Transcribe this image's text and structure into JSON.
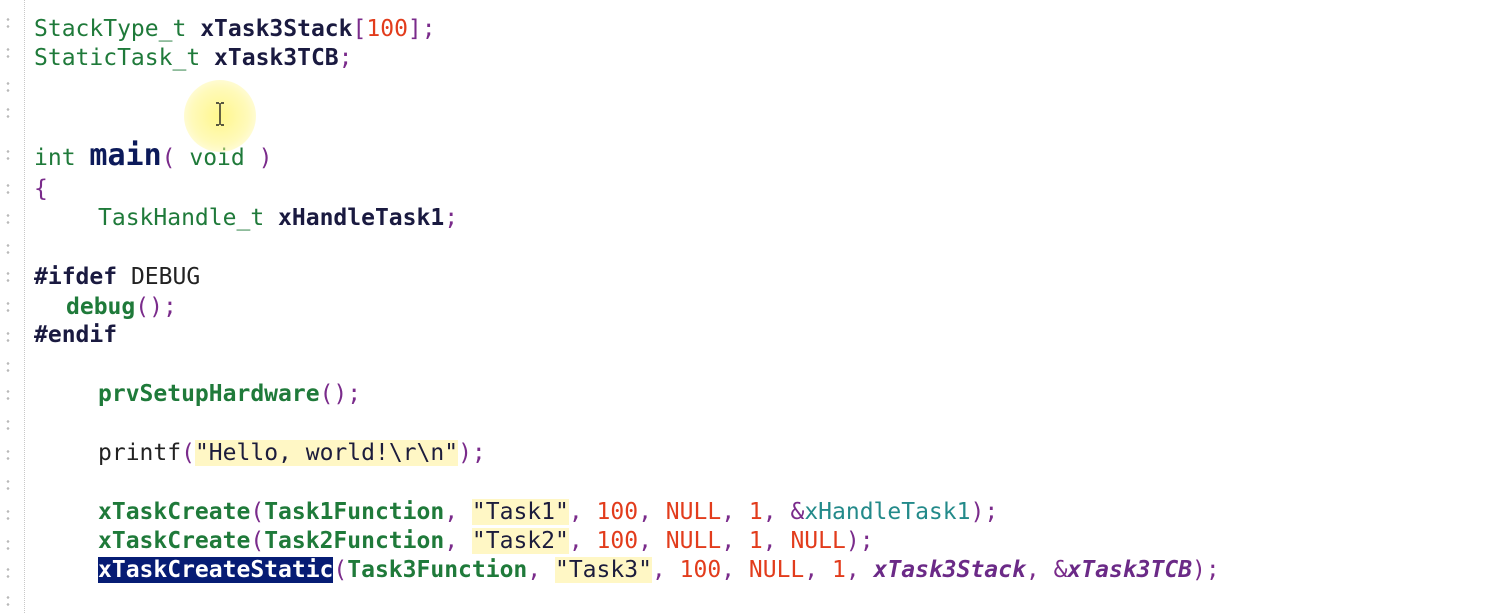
{
  "lines": {
    "l1": [
      "StackType_t",
      " ",
      "xTask3Stack",
      "[",
      "100",
      "];"
    ],
    "l2": [
      "StaticTask_t",
      " ",
      "xTask3TCB",
      ";"
    ],
    "l3": [
      "int",
      " ",
      "main",
      "( ",
      "void",
      " )"
    ],
    "l4": [
      "{"
    ],
    "l5": [
      "TaskHandle_t",
      " ",
      "xHandleTask1",
      ";"
    ],
    "l6": [
      "#ifdef",
      " ",
      "DEBUG"
    ],
    "l7": [
      "debug",
      "();"
    ],
    "l8": [
      "#endif"
    ],
    "l9": [
      "prvSetupHardware",
      "();"
    ],
    "l10": [
      "printf",
      "(",
      "\"Hello, world!\\r\\n\"",
      ");"
    ],
    "l11": [
      "xTaskCreate",
      "(",
      "Task1Function",
      ", ",
      "\"Task1\"",
      ", ",
      "100",
      ", ",
      "NULL",
      ", ",
      "1",
      ", ",
      "&",
      "xHandleTask1",
      ");"
    ],
    "l12": [
      "xTaskCreate",
      "(",
      "Task2Function",
      ", ",
      "\"Task2\"",
      ", ",
      "100",
      ", ",
      "NULL",
      ", ",
      "1",
      ", ",
      "NULL",
      ");"
    ],
    "l13": [
      "xTaskCreateStatic",
      "(",
      "Task3Function",
      ", ",
      "\"Task3\"",
      ", ",
      "100",
      ", ",
      "NULL",
      ", ",
      "1",
      ", ",
      "xTask3Stack",
      ", ",
      "&",
      "xTask3TCB",
      ");"
    ]
  },
  "colors": {
    "type": "#1f7a3a",
    "number": "#e23c1c",
    "string_bg": "#fff7c5",
    "selection_bg": "#061c74",
    "punctuation": "#7a2b8b"
  },
  "cursor": {
    "icon": "text-cursor-icon"
  }
}
